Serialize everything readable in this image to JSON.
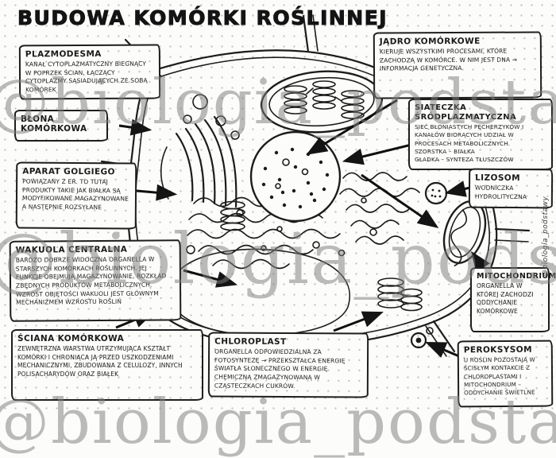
{
  "page": {
    "title": "BUDOWA KOMÓRKI ROŚLINNEJ"
  },
  "watermark": {
    "text": "@biologia_podstawy"
  },
  "credit": {
    "text": "@biologia_podstawy"
  },
  "boxes": [
    {
      "id": "plazmodesma",
      "title": "PLAZMODESMA",
      "body": "KANAŁ CYTOPLAZMATYCZNY BIEGNĄCY W POPRZEK ŚCIAN, ŁĄCZĄCY CYTOPLAZMY SĄSIADUJĄCYCH ZE SOBĄ KOMÓREK"
    },
    {
      "id": "blona-komorkowa",
      "title": "BŁONA KOMÓRKOWA",
      "body": ""
    },
    {
      "id": "aparat-golgiego",
      "title": "APARAT GOLGIEGO",
      "body": "POWIĄZANY Z ER. TO TUTAJ PRODUKTY TAKIE JAK BIAŁKA SĄ MODYFIKOWANE MAGAZYNOWANE A NASTĘPNIE ROZSYŁANE"
    },
    {
      "id": "wakuola-centralna",
      "title": "WAKUOLA CENTRALNA",
      "body": "BARDZO DOBRZE WIDOCZNA ORGANELLA W STARSZYCH KOMÓRKACH ROŚLINNYCH. JEJ FUNKCJE OBEJMUJĄ MAGAZYNOWANIE, ROZKŁAD ZBĘDNYCH PRODUKTÓW METABOLICZNYCH. WZROST OBJĘTOŚCI WAKUOLI JEST GŁÓWNYM MECHANIZMEM WZROSTU ROŚLIN"
    },
    {
      "id": "sciana-komorkowa",
      "title": "ŚCIANA KOMÓRKOWA",
      "body": "ZEWNĘTRZNA WARSTWA UTRZYMUJĄCA KSZTAŁT KOMÓRKI I CHRONIĄCA JĄ PRZED USZKODZENIAMI MECHANICZNYMI, ZBUDOWANA Z CELULOZY, INNYCH POLISACHARYDÓW ORAZ BIAŁEK"
    },
    {
      "id": "chloroplast",
      "title": "CHLOROPLAST",
      "body": "ORGANELLA ODPOWIEDZIALNA ZA FOTOSYNTEZĘ → PRZEKSZTAŁCA ENERGIĘ ŚWIATŁA SŁONECZNEGO W ENERGIĘ CHEMICZNĄ ZMAGAZYNOWANĄ W CZĄSTECZKACH CUKRÓW."
    },
    {
      "id": "jadro-komorkowe",
      "title": "JĄDRO KOMÓRKOWE",
      "body": "KIERUJE WSZYSTKIMI PROCESAMI, KTÓRE ZACHODZĄ W KOMÓRCE. W NIM JEST DNA → INFORMACJA GENETYCZNA"
    },
    {
      "id": "siateczka-srodplazmatyczna",
      "title": "SIATECZKA ŚRÓDPLAZMATYCZNA",
      "body": "SIEĆ BŁONIASTYCH PĘCHERZYKÓW I KANAŁÓW BIORĄCYCH UDZIAŁ W PROCESACH METABOLICZNYCH.\nSZORSTKA – BIAŁKA\nGŁADKA – SYNTEZA TŁUSZCZÓW"
    },
    {
      "id": "lizosom",
      "title": "LIZOSOM",
      "body": "WODNICZKA HYDROLITYCZNA"
    },
    {
      "id": "mitochondrium",
      "title": "MITOCHONDRIUM",
      "body": "ORGANELLA W KTÓREJ ZACHODZI ODDYCHANIE KOMÓRKOWE"
    },
    {
      "id": "peroksysom",
      "title": "PEROKSYSOM",
      "body": "U ROŚLIN POZOSTAJĄ W ŚCISŁYM KONTAKCIE Z CHLOROPLASTAMI I MITOCHONDRIUM – ODDYCHANIE ŚWIETLNE"
    }
  ],
  "colors": {
    "ink": "#1c1c1c",
    "paper": "#fcfcfa",
    "watermark_gray": "#7d7d7d"
  }
}
